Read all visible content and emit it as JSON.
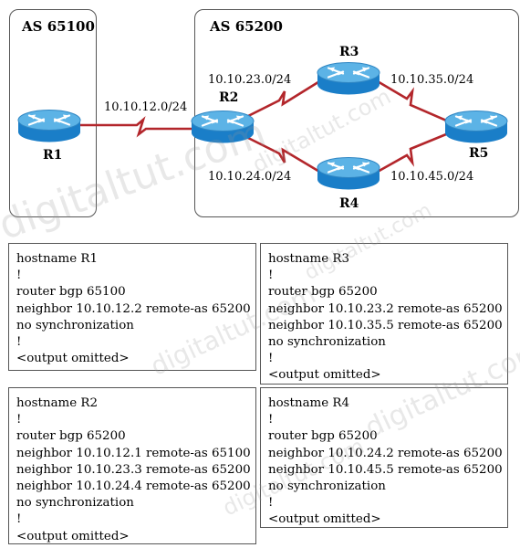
{
  "as_boxes": [
    {
      "label": "AS 65100"
    },
    {
      "label": "AS 65200"
    }
  ],
  "routers": [
    "R1",
    "R2",
    "R3",
    "R4",
    "R5"
  ],
  "links": [
    {
      "label": "10.10.12.0/24",
      "from": "R1",
      "to": "R2"
    },
    {
      "label": "10.10.23.0/24",
      "from": "R2",
      "to": "R3"
    },
    {
      "label": "10.10.24.0/24",
      "from": "R2",
      "to": "R4"
    },
    {
      "label": "10.10.35.0/24",
      "from": "R3",
      "to": "R5"
    },
    {
      "label": "10.10.45.0/24",
      "from": "R4",
      "to": "R5"
    }
  ],
  "configs": {
    "r1": [
      "hostname R1",
      "!",
      "router bgp 65100",
      "neighbor 10.10.12.2 remote-as 65200",
      "no synchronization",
      "!",
      "<output omitted>"
    ],
    "r3": [
      "hostname R3",
      "!",
      "router bgp 65200",
      "neighbor 10.10.23.2 remote-as 65200",
      "neighbor 10.10.35.5 remote-as 65200",
      "no synchronization",
      "!",
      "<output omitted>"
    ],
    "r2": [
      "hostname R2",
      "!",
      "router bgp 65200",
      "neighbor 10.10.12.1 remote-as 65100",
      "neighbor 10.10.23.3 remote-as 65200",
      "neighbor 10.10.24.4 remote-as 65200",
      "no synchronization",
      "!",
      "<output omitted>"
    ],
    "r4": [
      "hostname R4",
      "!",
      "router bgp 65200",
      "neighbor 10.10.24.2 remote-as 65200",
      "neighbor 10.10.45.5 remote-as 65200",
      "no synchronization",
      "!",
      "<output omitted>"
    ]
  },
  "watermark": "digitaltut.com",
  "colors": {
    "router_body": "#1a7ec8",
    "router_top": "#5cb3e6",
    "link": "#b3262b"
  }
}
